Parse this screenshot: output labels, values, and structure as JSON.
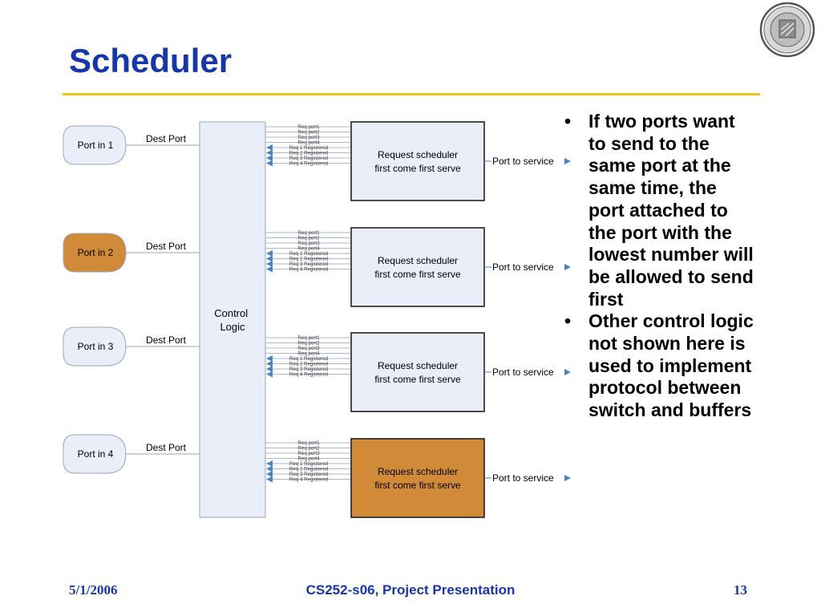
{
  "slide": {
    "title": "Scheduler",
    "footer": {
      "date": "5/1/2006",
      "center": "CS252-s06, Project Presentation",
      "page": "13"
    }
  },
  "colors": {
    "title": "#1736a8",
    "rule": "#f5c518",
    "box_fill": "#e9eef9",
    "highlight_fill": "#d08a38",
    "arrow": "#4b82c3"
  },
  "diagram": {
    "ports": [
      {
        "label": "Port in 1",
        "dest_label": "Dest Port",
        "highlighted": false
      },
      {
        "label": "Port in 2",
        "dest_label": "Dest Port",
        "highlighted": true
      },
      {
        "label": "Port in 3",
        "dest_label": "Dest Port",
        "highlighted": false
      },
      {
        "label": "Port in 4",
        "dest_label": "Dest Port",
        "highlighted": false
      }
    ],
    "control_logic": [
      "Control",
      "Logic"
    ],
    "signals": [
      "Req port1",
      "Req port2",
      "Req port3",
      "Req port4",
      "Req 1 Registered",
      "Req 2 Registered",
      "Req 3 Registered",
      "Req 4 Registered"
    ],
    "schedulers": [
      {
        "line1": "Request scheduler",
        "line2": "first come first serve",
        "output": "Port to service",
        "highlighted": false
      },
      {
        "line1": "Request scheduler",
        "line2": "first come first serve",
        "output": "Port to service",
        "highlighted": false
      },
      {
        "line1": "Request scheduler",
        "line2": "first come first serve",
        "output": "Port to service",
        "highlighted": false
      },
      {
        "line1": "Request scheduler",
        "line2": "first come first serve",
        "output": "Port to service",
        "highlighted": true
      }
    ]
  },
  "bullets": [
    "If two ports want to send to the same port at the same time, the port attached to the port with the lowest number will be allowed to send first",
    "Other control logic not shown here is used to implement protocol between switch and buffers"
  ]
}
